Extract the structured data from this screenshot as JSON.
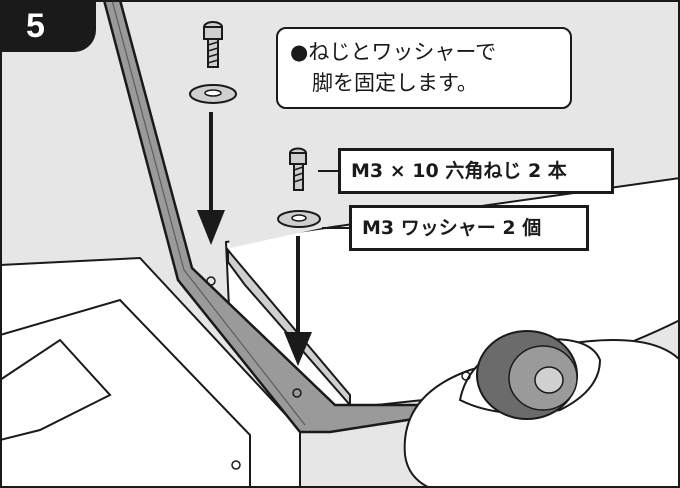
{
  "step": {
    "number": "5"
  },
  "note": {
    "line1": "●ねじとワッシャーで",
    "line2": "脚を固定します。"
  },
  "parts": {
    "screw_label": "M3 × 10 六角ねじ 2 本",
    "washer_label": "M3 ワッシャー 2 個"
  },
  "colors": {
    "background": "#e6e6e6",
    "line": "#1a1a1a",
    "strut": "#9a9a9a",
    "tire": "#6b6b6b",
    "badge": "#1a1a1a"
  }
}
